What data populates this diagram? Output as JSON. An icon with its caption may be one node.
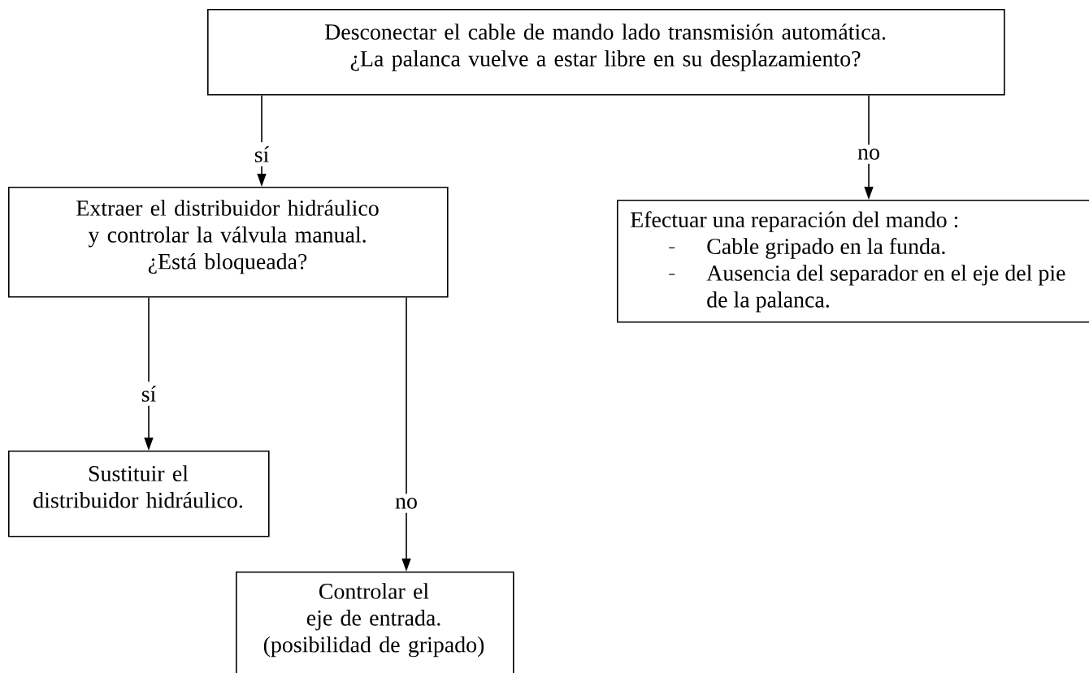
{
  "diagram": {
    "nodes": [
      {
        "text": [
          "Desconectar el cable de mando lado transmisión automática.",
          "¿La palanca vuelve a estar libre en su desplazamiento?"
        ]
      },
      {
        "text": [
          "Extraer el distribuidor hidráulico y controlar la válvula manual.",
          "¿Está bloqueada?"
        ]
      },
      {
        "text": [
          "Efectuar una reparación del mando :",
          "Cable gripado en la funda.",
          "Ausencia del separador en el eje del pie de la palanca."
        ]
      },
      {
        "text": [
          "Sustituir el distribuidor hidráulico."
        ]
      },
      {
        "text": [
          "Controlar el eje de entrada.",
          "(posibilidad de gripado)"
        ]
      }
    ],
    "edges": [
      {
        "from": 0,
        "to": 1,
        "arrow": "to",
        "label": "sí"
      },
      {
        "from": 0,
        "to": 2,
        "arrow": "to",
        "label": "no"
      },
      {
        "from": 1,
        "to": 3,
        "arrow": "to",
        "label": "sí"
      },
      {
        "from": 1,
        "to": 4,
        "arrow": "to",
        "label": "no"
      }
    ]
  }
}
